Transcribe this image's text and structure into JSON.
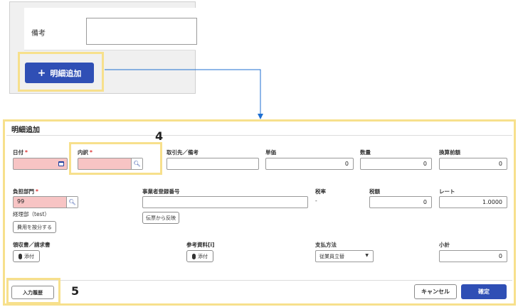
{
  "top": {
    "remarks_label": "備考",
    "remarks_value": "",
    "add_button_label": "明細追加",
    "add_button_plus": "+"
  },
  "dialog": {
    "title": "明細追加",
    "fields": {
      "date": {
        "label": "日付",
        "required_mark": "*",
        "value": ""
      },
      "breakdown": {
        "label": "内訳",
        "required_mark": "*",
        "value": ""
      },
      "partner_remarks": {
        "label": "取引先／備考",
        "value": ""
      },
      "unit_price": {
        "label": "単価",
        "value": "0"
      },
      "quantity": {
        "label": "数量",
        "value": "0"
      },
      "pre_conversion_amount": {
        "label": "換算前額",
        "value": "0"
      },
      "department": {
        "label": "負担部門",
        "required_mark": "*",
        "value": "99",
        "sub_label": "経理部（test）",
        "allocate_button": "費用を按分する"
      },
      "registration_number": {
        "label": "事業者登録番号",
        "value": "",
        "reflect_button": "伝票から反映"
      },
      "tax_rate": {
        "label": "税率",
        "value": "-"
      },
      "tax_amount": {
        "label": "税額",
        "value": "0"
      },
      "rate": {
        "label": "レート",
        "value": "1.0000"
      },
      "receipt": {
        "label": "領収書／請求書",
        "attach_button": "添付"
      },
      "reference": {
        "label": "参考資料[i]",
        "attach_button": "添付"
      },
      "payment_method": {
        "label": "支払方法",
        "selected": "従業員立替"
      },
      "subtotal": {
        "label": "小計",
        "value": "0"
      }
    },
    "footer": {
      "history_button": "入力履歴",
      "cancel_button": "キャンセル",
      "confirm_button": "確定"
    }
  },
  "annotations": {
    "breakdown": "4",
    "history": "5"
  },
  "colors": {
    "primary": "#2f4fb5",
    "highlight": "#f7e08c",
    "required_bg": "#f7c4c4",
    "connector": "#1f6fd1"
  }
}
